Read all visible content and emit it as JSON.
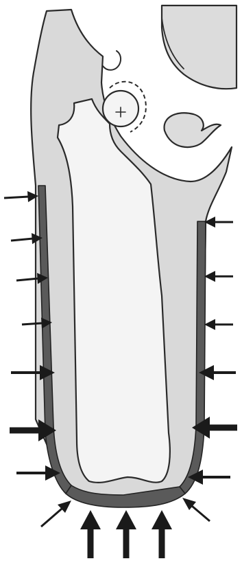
{
  "figure": {
    "description_kind": "prosthetic socket pressure diagram",
    "pressure_arrows": {
      "left_side": [
        "thin",
        "thin",
        "thin",
        "thin",
        "medium",
        "thick",
        "medium",
        "oblique"
      ],
      "right_side": [
        "thin",
        "thin",
        "thin",
        "medium",
        "thick",
        "medium",
        "oblique"
      ],
      "bottom": [
        "thick",
        "thick",
        "thick"
      ]
    },
    "colors": {
      "soft_tissue": "#d9d9d9",
      "liner": "#5a5a5a",
      "bone": "#f4f4f4",
      "arrow": "#1a1a1a"
    }
  }
}
